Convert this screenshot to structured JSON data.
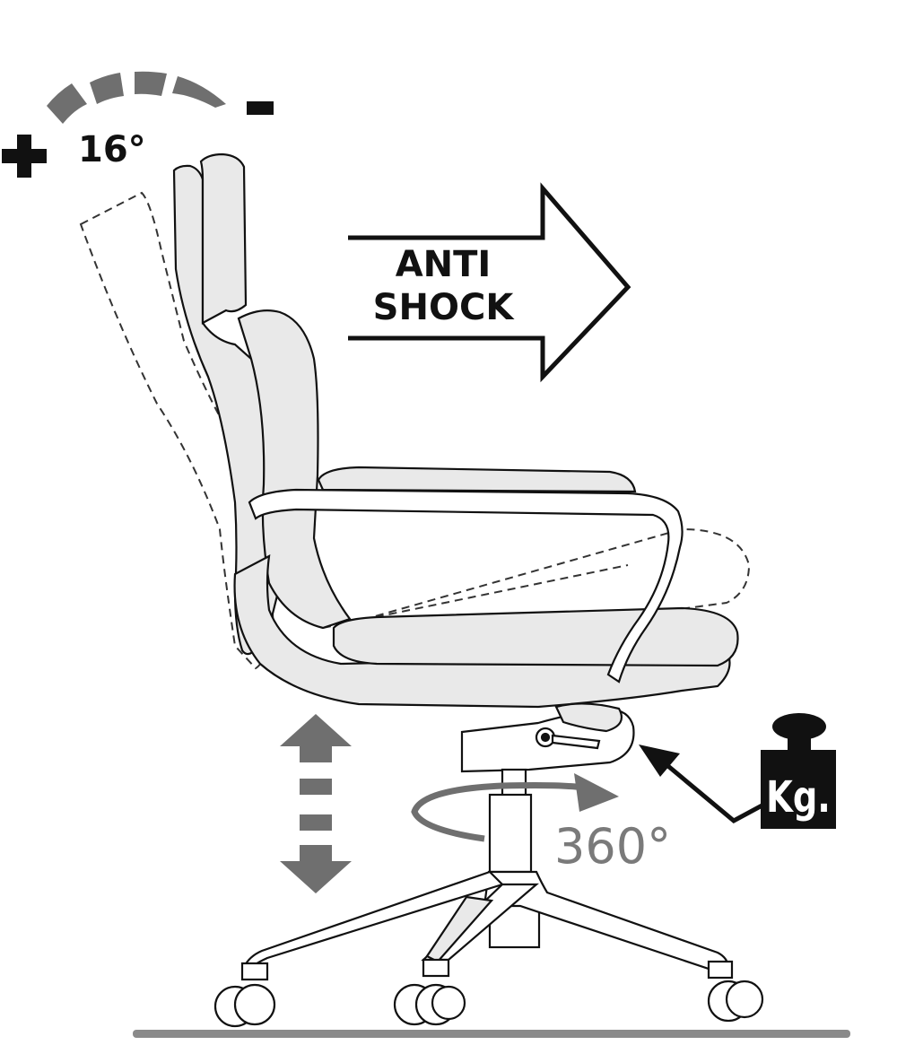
{
  "labels": {
    "tilt_angle": "16°",
    "tilt_plus": "+",
    "tilt_minus": "-",
    "anti_line1": "ANTI",
    "anti_line2": "SHOCK",
    "rotation": "360°",
    "weight_unit": "Kg."
  },
  "colors": {
    "outline": "#111111",
    "chair_fill": "#e9e9e9",
    "arc_gray": "#6f6f6f",
    "rotation_text": "#7a7a7a",
    "weight_block": "#111111",
    "floor": "#8a8a8a"
  },
  "icons": {
    "height_adjust": "double-arrow-vertical-icon",
    "tilt_arc": "tilt-arc-icon",
    "swivel": "rotation-arrow-icon",
    "weight": "kettlebell-weight-icon"
  }
}
